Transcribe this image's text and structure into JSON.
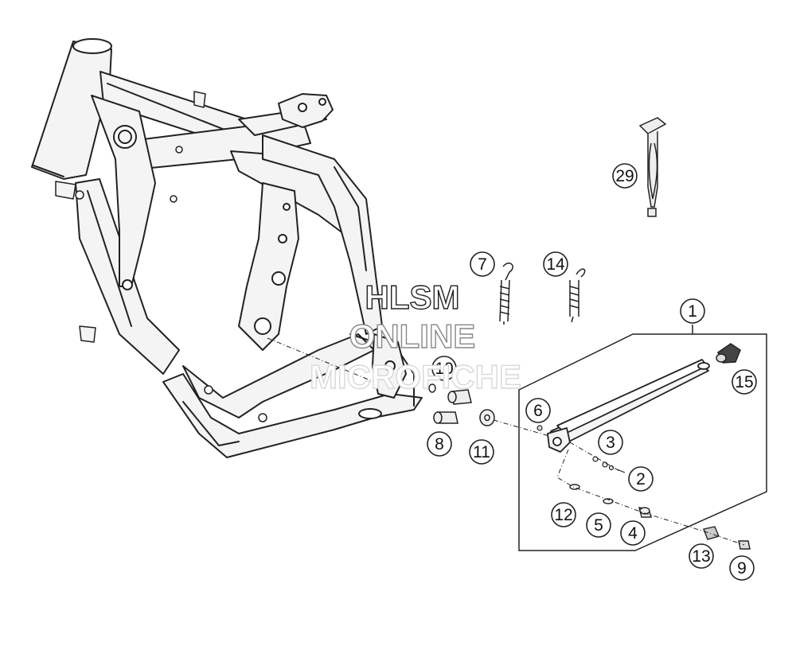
{
  "watermark": {
    "line1": "HLSM",
    "line2": "ONLINE",
    "line3": "MICROFICHE"
  },
  "callouts": {
    "c1": "1",
    "c2": "2",
    "c3": "3",
    "c4": "4",
    "c5": "5",
    "c6": "6",
    "c7": "7",
    "c8": "8",
    "c9": "9",
    "c10": "10",
    "c11": "11",
    "c12": "12",
    "c13": "13",
    "c14": "14",
    "c15": "15",
    "c29": "29"
  },
  "colors": {
    "line": "#222222",
    "fill_light": "#f2f2f2",
    "background": "#ffffff"
  }
}
